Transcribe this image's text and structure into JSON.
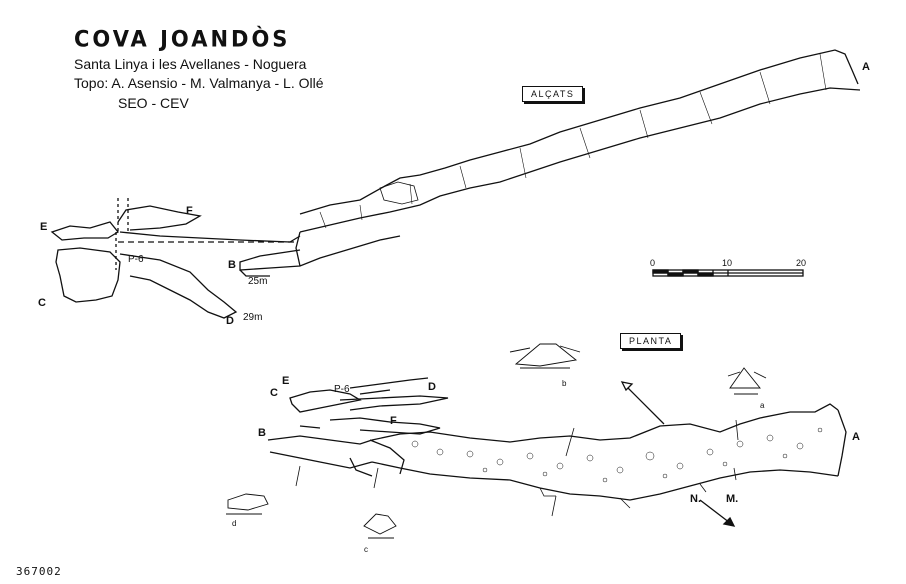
{
  "header": {
    "title": "COVA JOANDÒS",
    "line1": "Santa Linya i les Avellanes - Noguera",
    "line2": "Topo: A. Asensio - M. Valmanya - L. Ollé",
    "line3": "SEO - CEV"
  },
  "sections": {
    "elevation_label": "ALÇATS",
    "plan_label": "PLANTA"
  },
  "scale": {
    "ticks": [
      "0",
      "10",
      "20"
    ]
  },
  "elevation": {
    "points": [
      "A",
      "B",
      "C",
      "D",
      "E",
      "F"
    ],
    "pit": "P-6",
    "depth_b": "25m",
    "depth_d": "29m"
  },
  "plan": {
    "points": [
      "A",
      "B",
      "C",
      "D",
      "E",
      "F"
    ],
    "pit": "P-6",
    "north_label": "N.",
    "magnetic_label": "M.",
    "sections": [
      "a",
      "b",
      "c",
      "d"
    ]
  },
  "catalog_number": "367002"
}
